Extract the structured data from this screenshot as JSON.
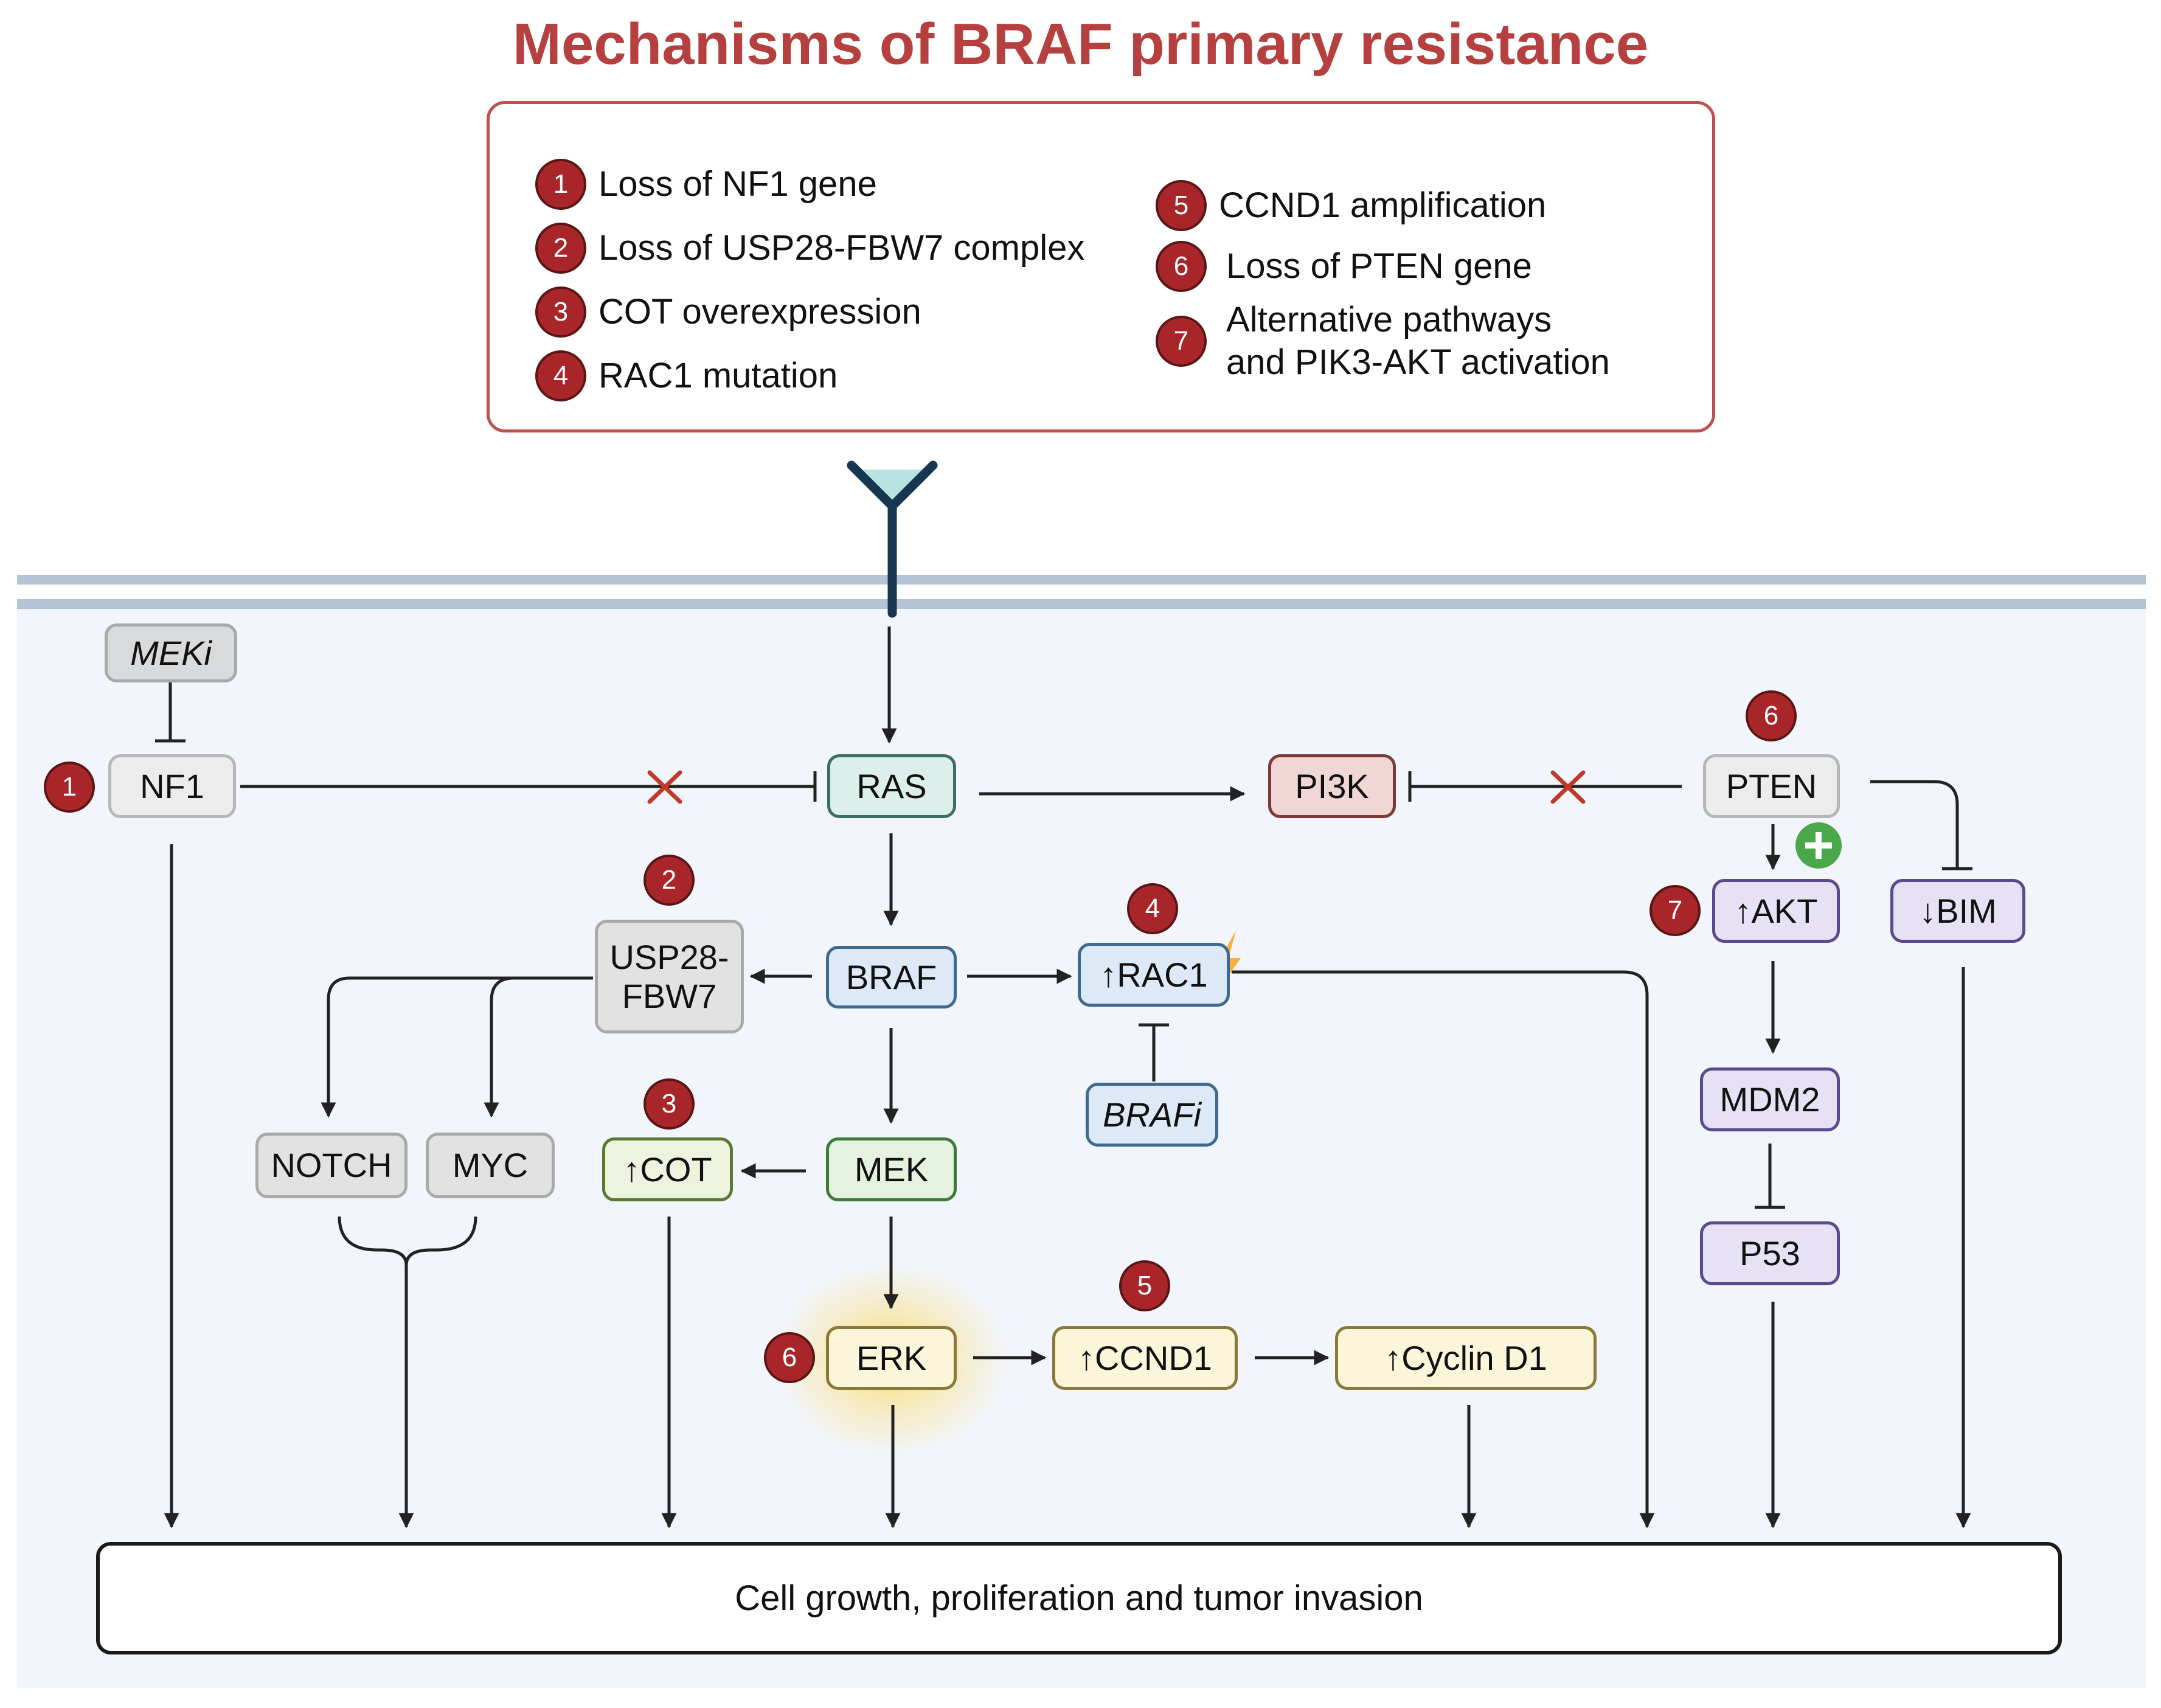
{
  "title": "Mechanisms of BRAF primary resistance",
  "colors": {
    "title": "#b5403f",
    "legend_border": "#c0504d",
    "badge": "#a8262a",
    "membrane": "#b4c3d6",
    "receptor": "#16374f",
    "receptor_head": "#b9e3e3",
    "inhibit_x": "#c0392b",
    "plus_badge": "#4aa84a",
    "lightning": "#f4b13b"
  },
  "legend": {
    "items": [
      {
        "num": "1",
        "label": "Loss of NF1 gene"
      },
      {
        "num": "2",
        "label": "Loss of USP28-FBW7 complex"
      },
      {
        "num": "3",
        "label": "COT overexpression"
      },
      {
        "num": "4",
        "label": "RAC1 mutation"
      },
      {
        "num": "5",
        "label": "CCND1 amplification"
      },
      {
        "num": "6",
        "label": "Loss of PTEN gene"
      },
      {
        "num": "7",
        "label": "Alternative pathways\nand PIK3-AKT activation"
      }
    ]
  },
  "nodes": {
    "meki": {
      "label": "MEKi"
    },
    "nf1": {
      "label": "NF1"
    },
    "ras": {
      "label": "RAS"
    },
    "pi3k": {
      "label": "PI3K"
    },
    "pten": {
      "label": "PTEN"
    },
    "usp28": {
      "label": "USP28-\nFBW7"
    },
    "braf": {
      "label": "BRAF"
    },
    "rac1": {
      "label": "↑RAC1"
    },
    "akt": {
      "label": "↑AKT"
    },
    "bim": {
      "label": "↓BIM"
    },
    "brafi": {
      "label": "BRAFi"
    },
    "notch": {
      "label": "NOTCH"
    },
    "myc": {
      "label": "MYC"
    },
    "cot": {
      "label": "↑COT"
    },
    "mek": {
      "label": "MEK"
    },
    "mdm2": {
      "label": "MDM2"
    },
    "p53": {
      "label": "P53"
    },
    "erk": {
      "label": "ERK"
    },
    "ccnd1": {
      "label": "↑CCND1"
    },
    "cyclind1": {
      "label": "↑Cyclin D1"
    }
  },
  "badges": {
    "nf1": "1",
    "usp28": "2",
    "cot": "3",
    "rac1": "4",
    "ccnd1": "5",
    "pten": "6",
    "erk": "6",
    "akt": "7"
  },
  "outcome": "Cell growth, proliferation and tumor invasion"
}
